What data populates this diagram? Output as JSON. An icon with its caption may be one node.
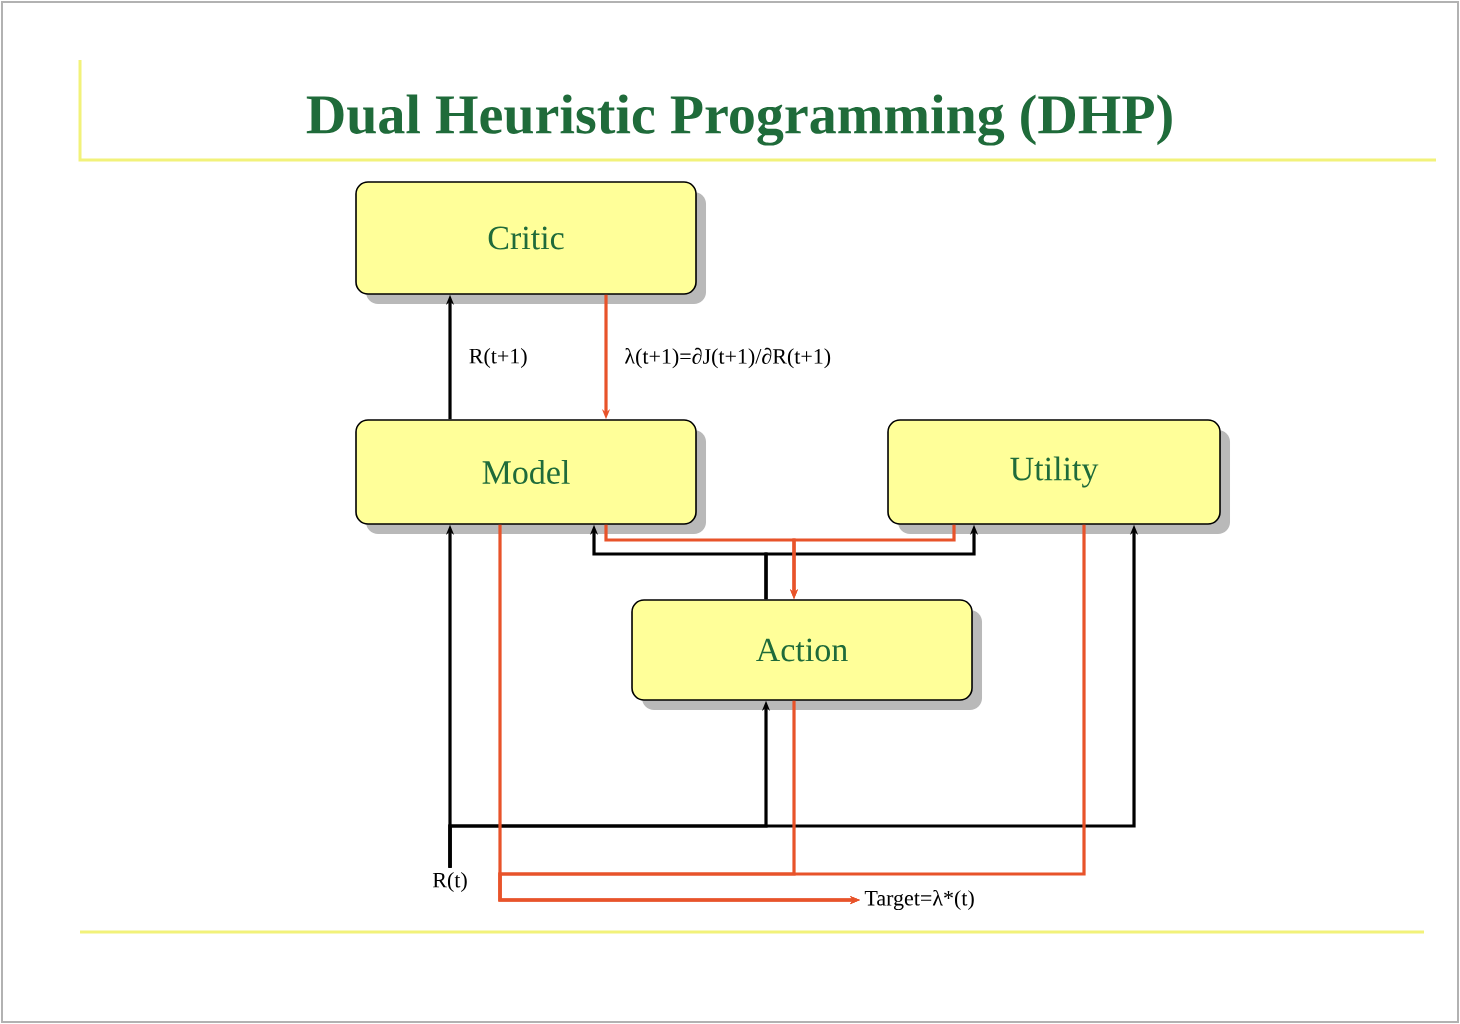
{
  "diagram": {
    "title": "Dual Heuristic Programming (DHP)",
    "nodes": [
      {
        "text": [
          "Critic"
        ]
      },
      {
        "text": [
          "Model"
        ]
      },
      {
        "text": [
          "Utility"
        ]
      },
      {
        "text": [
          "Action"
        ]
      },
      {
        "text": [
          "R(t)"
        ]
      },
      {
        "text": [
          "Target=λ*(t)"
        ]
      }
    ],
    "edges": [
      {
        "from": 1,
        "to": 0,
        "arrow": "to",
        "label": "R(t+1)"
      },
      {
        "from": 0,
        "to": 1,
        "arrow": "to",
        "label": "λ(t+1)=∂J(t+1)/∂R(t+1)",
        "color": "#e8532a"
      },
      {
        "from": 4,
        "to": 1,
        "arrow": "to"
      },
      {
        "from": 4,
        "to": 3,
        "arrow": "to"
      },
      {
        "from": 4,
        "to": 2,
        "arrow": "to"
      },
      {
        "from": 3,
        "to": 1,
        "arrow": "to"
      },
      {
        "from": 3,
        "to": 2,
        "arrow": "to"
      },
      {
        "from": 1,
        "to": 3,
        "arrow": "to",
        "color": "#e8532a"
      },
      {
        "from": 2,
        "to": 3,
        "arrow": "to",
        "color": "#e8532a"
      },
      {
        "from": 1,
        "to": 5,
        "arrow": "to",
        "color": "#e8532a"
      },
      {
        "from": 2,
        "to": 5,
        "arrow": "to",
        "color": "#e8532a"
      },
      {
        "from": 3,
        "to": 5,
        "arrow": "to",
        "color": "#e8532a"
      }
    ]
  }
}
